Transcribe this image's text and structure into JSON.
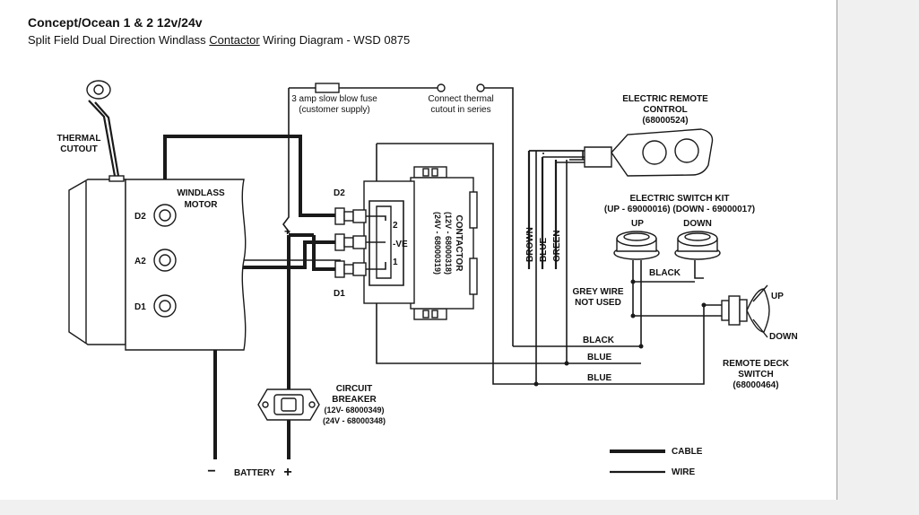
{
  "title": {
    "main": "Concept/Ocean 1 & 2 12v/24v",
    "sub_pre": "Split Field Dual Direction Windlass ",
    "sub_underlined": "Contactor",
    "sub_post": " Wiring Diagram - WSD 0875"
  },
  "motor": {
    "thermal_cutout": [
      "THERMAL",
      "CUTOUT"
    ],
    "name": [
      "WINDLASS",
      "MOTOR"
    ],
    "terminals": [
      "D2",
      "A2",
      "D1"
    ]
  },
  "fuse": {
    "label": [
      "3 amp slow blow fuse",
      "(customer supply)"
    ]
  },
  "thermal_series": {
    "label": [
      "Connect thermal",
      "cutout in series"
    ]
  },
  "contactor": {
    "side_labels": [
      "D2",
      "D1"
    ],
    "terminal_labels": [
      "2",
      "-VE",
      "1"
    ],
    "plus": "+",
    "body_text": [
      "CONTACTOR",
      "(12V - 68000318)",
      "(24V - 68000319)"
    ]
  },
  "harness_colors": [
    "BROWN",
    "BLUE",
    "GREEN"
  ],
  "electric_remote": {
    "label": [
      "ELECTRIC REMOTE",
      "CONTROL",
      "(68000524)"
    ]
  },
  "switch_kit": {
    "label": [
      "ELECTRIC SWITCH KIT",
      "(UP - 69000016) (DOWN - 69000017)"
    ],
    "up": "UP",
    "down": "DOWN"
  },
  "wire_labels": {
    "black_upper": "BLACK",
    "grey_note": [
      "GREY WIRE",
      "NOT USED"
    ],
    "black_lower": "BLACK",
    "blue_upper": "BLUE",
    "blue_lower": "BLUE"
  },
  "deck_switch": {
    "up": "UP",
    "down": "DOWN",
    "label": [
      "REMOTE DECK",
      "SWITCH",
      "(68000464)"
    ]
  },
  "breaker": {
    "label": [
      "CIRCUIT",
      "BREAKER",
      "(12V- 68000349)",
      "(24V - 68000348)"
    ]
  },
  "battery": {
    "minus": "−",
    "label": "BATTERY",
    "plus": "+"
  },
  "legend": {
    "cable": "CABLE",
    "wire": "WIRE"
  }
}
